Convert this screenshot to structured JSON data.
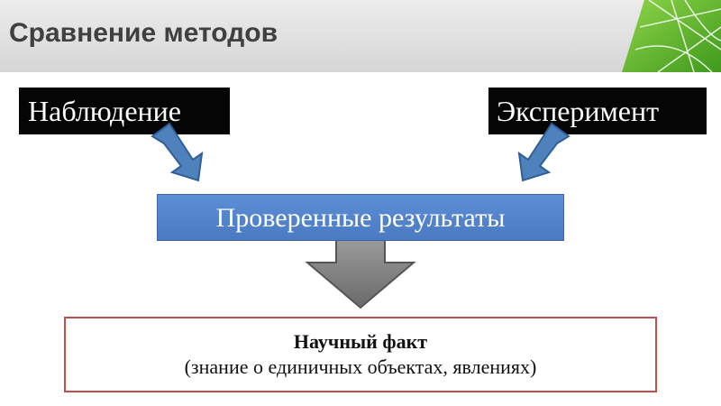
{
  "slide": {
    "title": "Сравнение методов"
  },
  "diagram": {
    "observation": "Наблюдение",
    "experiment": "Эксперимент",
    "verified_results": "Проверенные результаты",
    "fact_title": "Научный факт",
    "fact_subtitle": "(знание о единичных объектах, явлениях)"
  },
  "colors": {
    "header_bg": "#dedede",
    "title_text": "#404040",
    "dark_box": "#050505",
    "results_box": "#4f81bd",
    "blue_arrow": "#4f81bd",
    "gray_arrow": "#7f7f7f",
    "fact_border": "#c0504d",
    "corner_green": "#6bbf2a"
  }
}
